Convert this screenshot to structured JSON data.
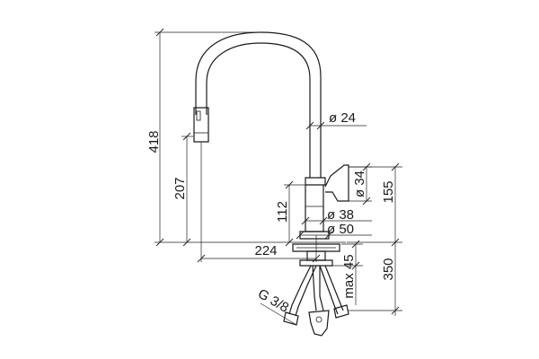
{
  "dimensions": {
    "total_height": "418",
    "spout_drop_height": "207",
    "handle_height": "112",
    "reach": "224",
    "spout_diameter": "ø 24",
    "handle_diameter": "ø 34",
    "body_diameter": "ø 38",
    "base_diameter": "ø 50",
    "handle_to_base": "155",
    "max_thickness": "max 45",
    "hose_length": "350",
    "connection": "G 3/8"
  }
}
